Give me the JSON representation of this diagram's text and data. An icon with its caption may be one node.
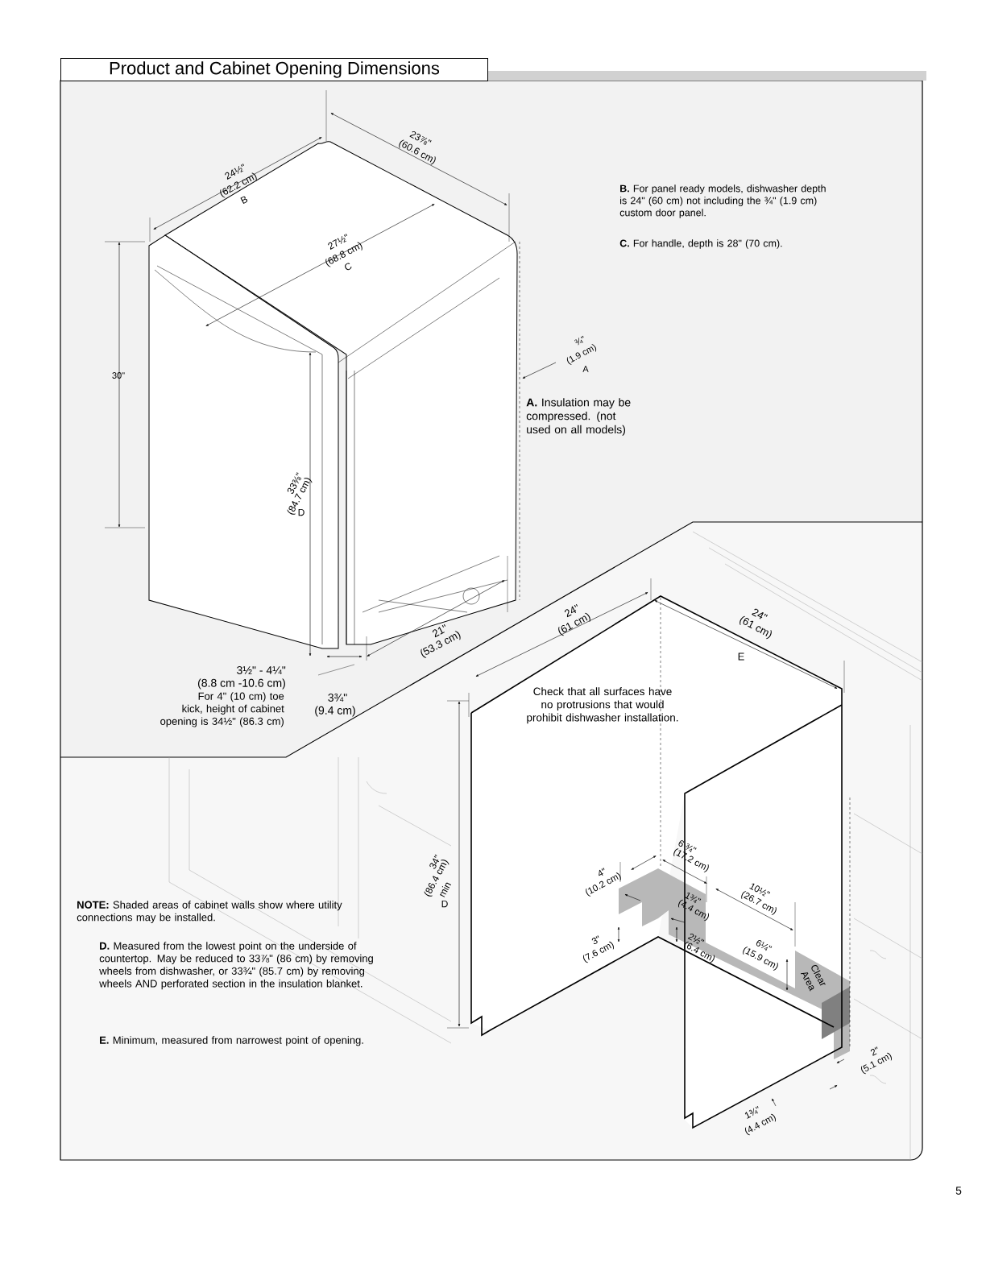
{
  "diagram": {
    "title": "Product and Cabinet Opening Dimensions",
    "labels": [
      "23⅞\"",
      "(60.6 cm)",
      "24½\"",
      "(62.2 cm)",
      "B",
      "27½\"",
      "(68.8 cm)",
      "C",
      "**B.** For panel ready models, dishwasher depth is 24\" (60 cm) not including the ¾\" (1.9 cm) custom door panel.",
      "**C.** For handle, depth is 28\" (70 cm).",
      "¾\"",
      "(1.9 cm)",
      "A",
      "**A.** Insulation may be compressed. (not used on all models)",
      "30\"",
      "33⅜\"",
      "(84.7 cm)",
      "D",
      "21\"",
      "(53.3 cm)",
      "3½\" - 4¼\"",
      "(8.8 cm -10.6 cm)",
      "For 4\" (10 cm) toe kick, height of cabinet opening is 34½\" (86.3 cm)",
      "3¾\"",
      "(9.4 cm)",
      "24\"",
      "(61 cm)",
      "24\"",
      "(61 cm)",
      "E",
      "Check that all surfaces have no protrusions that would prohibit dishwasher installation.",
      "34\"",
      "(86.4 cm)",
      "min",
      "D",
      "**NOTE:** Shaded areas of cabinet walls show where utility connections may be installed.",
      "**D.** Measured from the lowest point on the underside of countertop. May be reduced to 33⅞\" (86 cm) by removing wheels from dishwasher, or 33¾\" (85.7 cm) by removing wheels AND perforated section in the insulation blanket.",
      "**E.** Minimum, measured from narrowest point of opening.",
      "4\"",
      "(10.2 cm)",
      "6 ¾\"",
      "(17.2 cm)",
      "1¾\"",
      "(4.4 cm)",
      "10½\"",
      "(26.7 cm)",
      "3\"",
      "(7.6 cm)",
      "2½\"",
      "(6.4 cm)",
      "6¼\"",
      "(15.9 cm)",
      "Clear Area",
      "2\"",
      "(5.1 cm)",
      "1¾\"",
      "(4.4 cm)",
      "5"
    ]
  }
}
